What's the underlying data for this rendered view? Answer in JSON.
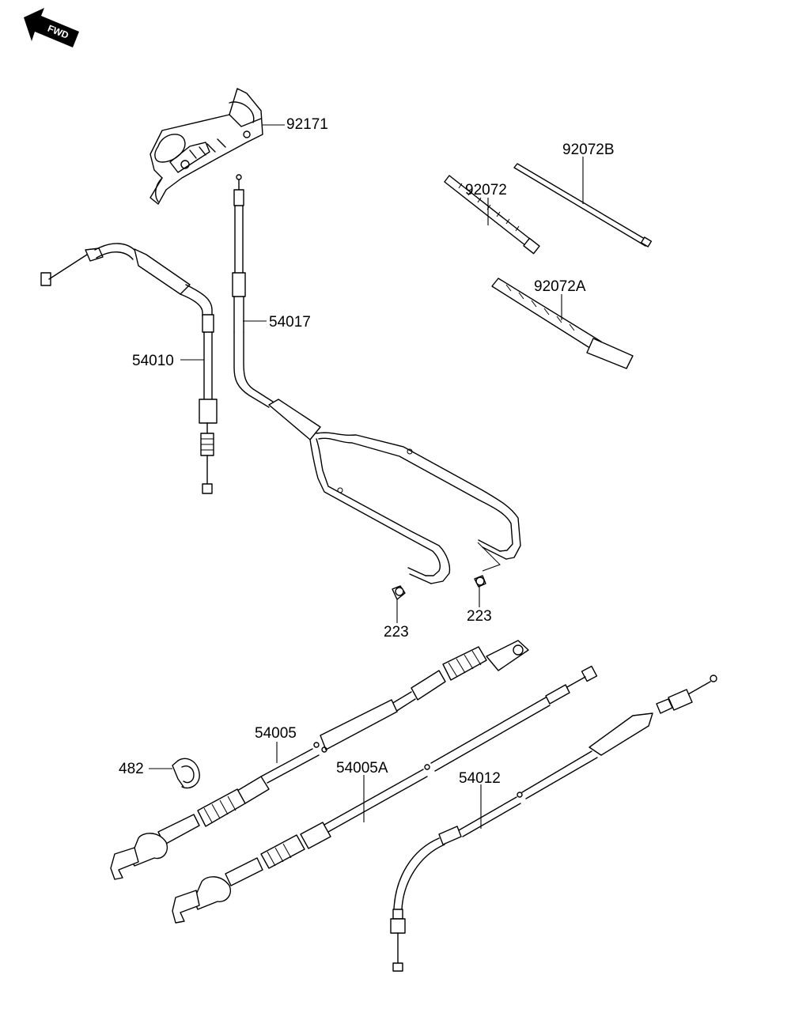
{
  "diagram": {
    "fwd_label": "FWD",
    "parts": [
      {
        "number": "92171"
      },
      {
        "number": "92072B"
      },
      {
        "number": "92072"
      },
      {
        "number": "92072A"
      },
      {
        "number": "54017"
      },
      {
        "number": "54010"
      },
      {
        "number": "223"
      },
      {
        "number": "223"
      },
      {
        "number": "54005"
      },
      {
        "number": "482"
      },
      {
        "number": "54005A"
      },
      {
        "number": "54012"
      }
    ]
  }
}
